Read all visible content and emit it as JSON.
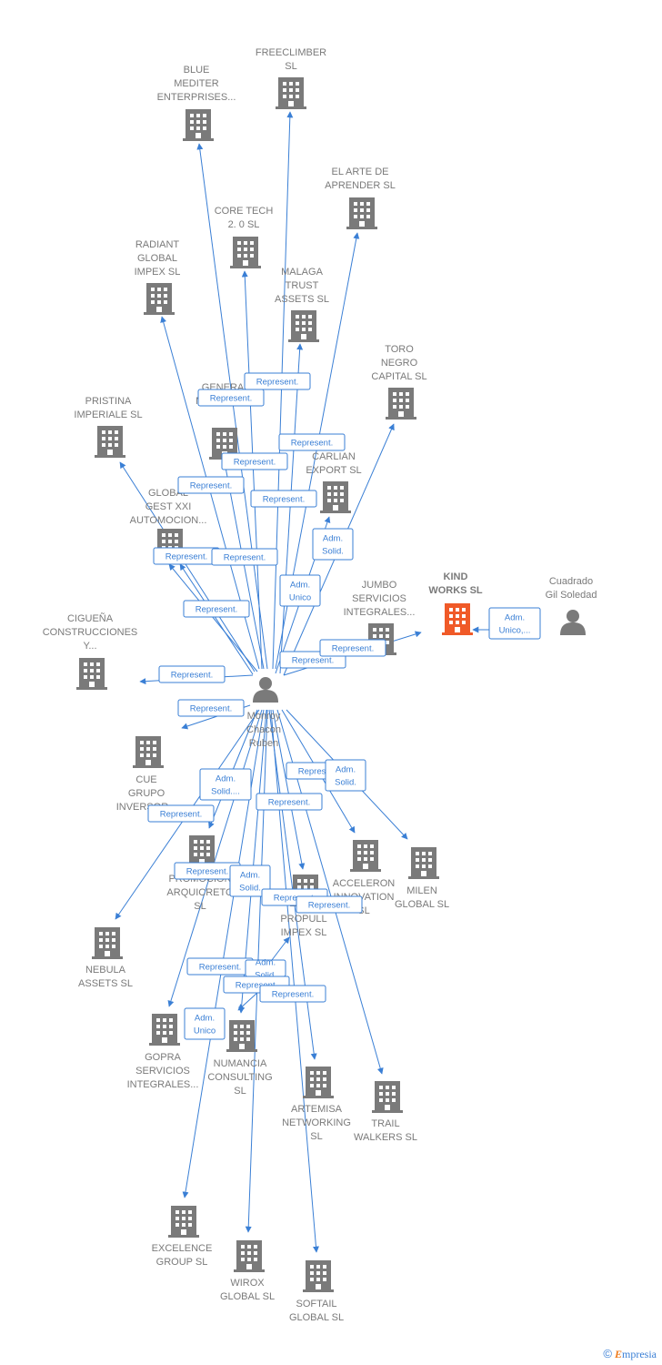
{
  "colors": {
    "edge": "#3a7fd5",
    "node": "#7a7a7a",
    "highlight": "#f05a28"
  },
  "brand": {
    "copyright": "©",
    "e": "E",
    "rest": "mpresia"
  },
  "center": {
    "id": "monroy",
    "label": [
      "Monroy",
      "Chacon",
      "Ruben"
    ],
    "icon": "person-icon"
  },
  "nodes": [
    {
      "id": "freeclimber",
      "label": [
        "FREECLIMBER",
        "SL"
      ],
      "icon": "building-icon"
    },
    {
      "id": "blue",
      "label": [
        "BLUE",
        "MEDITER",
        "ENTERPRISES..."
      ],
      "icon": "building-icon"
    },
    {
      "id": "elarte",
      "label": [
        "EL ARTE DE",
        "APRENDER  SL"
      ],
      "icon": "building-icon"
    },
    {
      "id": "coretech",
      "label": [
        "CORE TECH",
        "2. 0  SL"
      ],
      "icon": "building-icon"
    },
    {
      "id": "radiant",
      "label": [
        "RADIANT",
        "GLOBAL",
        "IMPEX  SL"
      ],
      "icon": "building-icon"
    },
    {
      "id": "malaga",
      "label": [
        "MALAGA",
        "TRUST",
        "ASSETS  SL"
      ],
      "icon": "building-icon"
    },
    {
      "id": "toro",
      "label": [
        "TORO",
        "NEGRO",
        "CAPITAL  SL"
      ],
      "icon": "building-icon"
    },
    {
      "id": "pristina",
      "label": [
        "PRISTINA",
        "IMPERIALE  SL"
      ],
      "icon": "building-icon"
    },
    {
      "id": "genera",
      "label": [
        "GENERA",
        "METALES..."
      ],
      "icon": "building-icon"
    },
    {
      "id": "carlian",
      "label": [
        "CARLIAN",
        "EXPORT SL"
      ],
      "icon": "building-icon"
    },
    {
      "id": "globalgest",
      "label": [
        "GLOBAL",
        "GEST XXI",
        "AUTOMOCION..."
      ],
      "icon": "building-icon"
    },
    {
      "id": "kindworks",
      "label": [
        "KIND",
        "WORKS  SL"
      ],
      "icon": "building-icon",
      "highlight": true
    },
    {
      "id": "cuadrado",
      "label": [
        "Cuadrado",
        "Gil Soledad"
      ],
      "icon": "person-icon"
    },
    {
      "id": "jumbo",
      "label": [
        "JUMBO",
        "SERVICIOS",
        "INTEGRALES..."
      ],
      "icon": "building-icon"
    },
    {
      "id": "ciguena",
      "label": [
        "CIGUEÑA",
        "CONSTRUCCIONES",
        "Y..."
      ],
      "icon": "building-icon"
    },
    {
      "id": "cue",
      "label": [
        "CUE",
        "GRUPO",
        "INVERSOR..."
      ],
      "icon": "building-icon"
    },
    {
      "id": "acceleron",
      "label": [
        "ACCELERON",
        "INNOVATION",
        "SL"
      ],
      "icon": "building-icon"
    },
    {
      "id": "milen",
      "label": [
        "MILEN",
        "GLOBAL  SL"
      ],
      "icon": "building-icon"
    },
    {
      "id": "promo",
      "label": [
        "PROMOCION",
        "ARQUICRETO",
        "SL"
      ],
      "icon": "building-icon"
    },
    {
      "id": "propull",
      "label": [
        "PROPULL",
        "IMPEX  SL"
      ],
      "icon": "building-icon"
    },
    {
      "id": "nebula",
      "label": [
        "NEBULA",
        "ASSETS  SL"
      ],
      "icon": "building-icon"
    },
    {
      "id": "gopra",
      "label": [
        "GOPRA",
        "SERVICIOS",
        "INTEGRALES..."
      ],
      "icon": "building-icon"
    },
    {
      "id": "numancia",
      "label": [
        "NUMANCIA",
        "CONSULTING",
        "SL"
      ],
      "icon": "building-icon"
    },
    {
      "id": "artemisa",
      "label": [
        "ARTEMISA",
        "NETWORKING",
        "SL"
      ],
      "icon": "building-icon"
    },
    {
      "id": "trail",
      "label": [
        "TRAIL",
        "WALKERS  SL"
      ],
      "icon": "building-icon"
    },
    {
      "id": "excelence",
      "label": [
        "EXCELENCE",
        "GROUP  SL"
      ],
      "icon": "building-icon"
    },
    {
      "id": "wirox",
      "label": [
        "WIROX",
        "GLOBAL  SL"
      ],
      "icon": "building-icon"
    },
    {
      "id": "softail",
      "label": [
        "SOFTAIL",
        "GLOBAL  SL"
      ],
      "icon": "building-icon"
    }
  ],
  "edge_labels": [
    [
      "Represent."
    ],
    [
      "Represent."
    ],
    [
      "Represent."
    ],
    [
      "Represent."
    ],
    [
      "Represent."
    ],
    [
      "Represent."
    ],
    [
      "Adm.",
      "Solid."
    ],
    [
      "Represent."
    ],
    [
      "Represent."
    ],
    [
      "Adm.",
      "Unico"
    ],
    [
      "Represent."
    ],
    [
      "Represent."
    ],
    [
      "Represent."
    ],
    [
      "Adm.",
      "Unico,..."
    ],
    [
      "Represent."
    ],
    [
      "Represent."
    ],
    [
      "Adm.",
      "Solid...."
    ],
    [
      "Represent."
    ],
    [
      "Represent."
    ],
    [
      "Adm.",
      "Solid."
    ],
    [
      "Represent."
    ],
    [
      "Represent."
    ],
    [
      "Adm.",
      "Solid."
    ],
    [
      "Represent."
    ],
    [
      "Represent."
    ],
    [
      "Adm.",
      "Unico"
    ],
    [
      "Represent."
    ],
    [
      "Adm.",
      "Solid."
    ],
    [
      "Represent."
    ],
    [
      "Represent."
    ]
  ]
}
